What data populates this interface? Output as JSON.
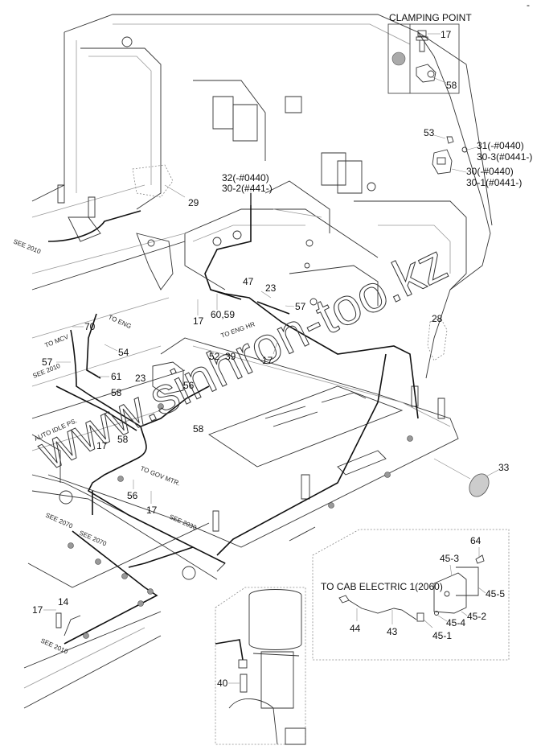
{
  "corner_mark": "-",
  "clamping_point": {
    "title": "CLAMPING POINT",
    "labels": [
      "17",
      "58"
    ]
  },
  "connector_callouts": {
    "p53": "53",
    "p31": "31(-#0440)",
    "p30_3": "30-3(#0441-)",
    "p30": "30(-#0440)",
    "p30_1": "30-1(#0441-)"
  },
  "harness_callouts": {
    "p32": "32(-#0440)",
    "p30_2": "30-2(#441-)",
    "p29": "29",
    "p28": "28",
    "p33": "33",
    "p47": "47",
    "p23a": "23",
    "p23b": "23",
    "p57a": "57",
    "p57b": "57",
    "p60_59": "60,59",
    "p17a": "17",
    "p17b": "17",
    "p17c": "17",
    "p17d": "17",
    "p17e": "17",
    "p52": "52",
    "p39": "39",
    "p70": "70",
    "p54": "54",
    "p61": "61",
    "p58a": "58",
    "p58b": "58",
    "p58c": "58",
    "p56a": "56",
    "p56b": "56",
    "p14": "14",
    "p40": "40"
  },
  "route_notes": {
    "see_2010_a": "SEE 2010",
    "see_2010_b": "SEE 2010",
    "see_2010_c": "SEE 2010",
    "see_2070_a": "SEE 2070",
    "see_2070_b": "SEE 2070",
    "see_2030": "SEE 2030",
    "to_mcv": "TO MCV",
    "to_eng": "TO ENG",
    "to_eng_hr": "TO ENG HR",
    "auto_idle": "AUTO IDLE PS.",
    "to_gov_mtr": "TO GOV MTR."
  },
  "inset_cab": {
    "note": "TO CAB ELECTRIC 1(2060)",
    "labels": {
      "p64": "64",
      "p45_3": "45-3",
      "p45_5": "45-5",
      "p45_2": "45-2",
      "p45_4": "45-4",
      "p45_1": "45-1",
      "p44": "44",
      "p43": "43"
    }
  },
  "watermark": "www.sinhron-too.kz"
}
